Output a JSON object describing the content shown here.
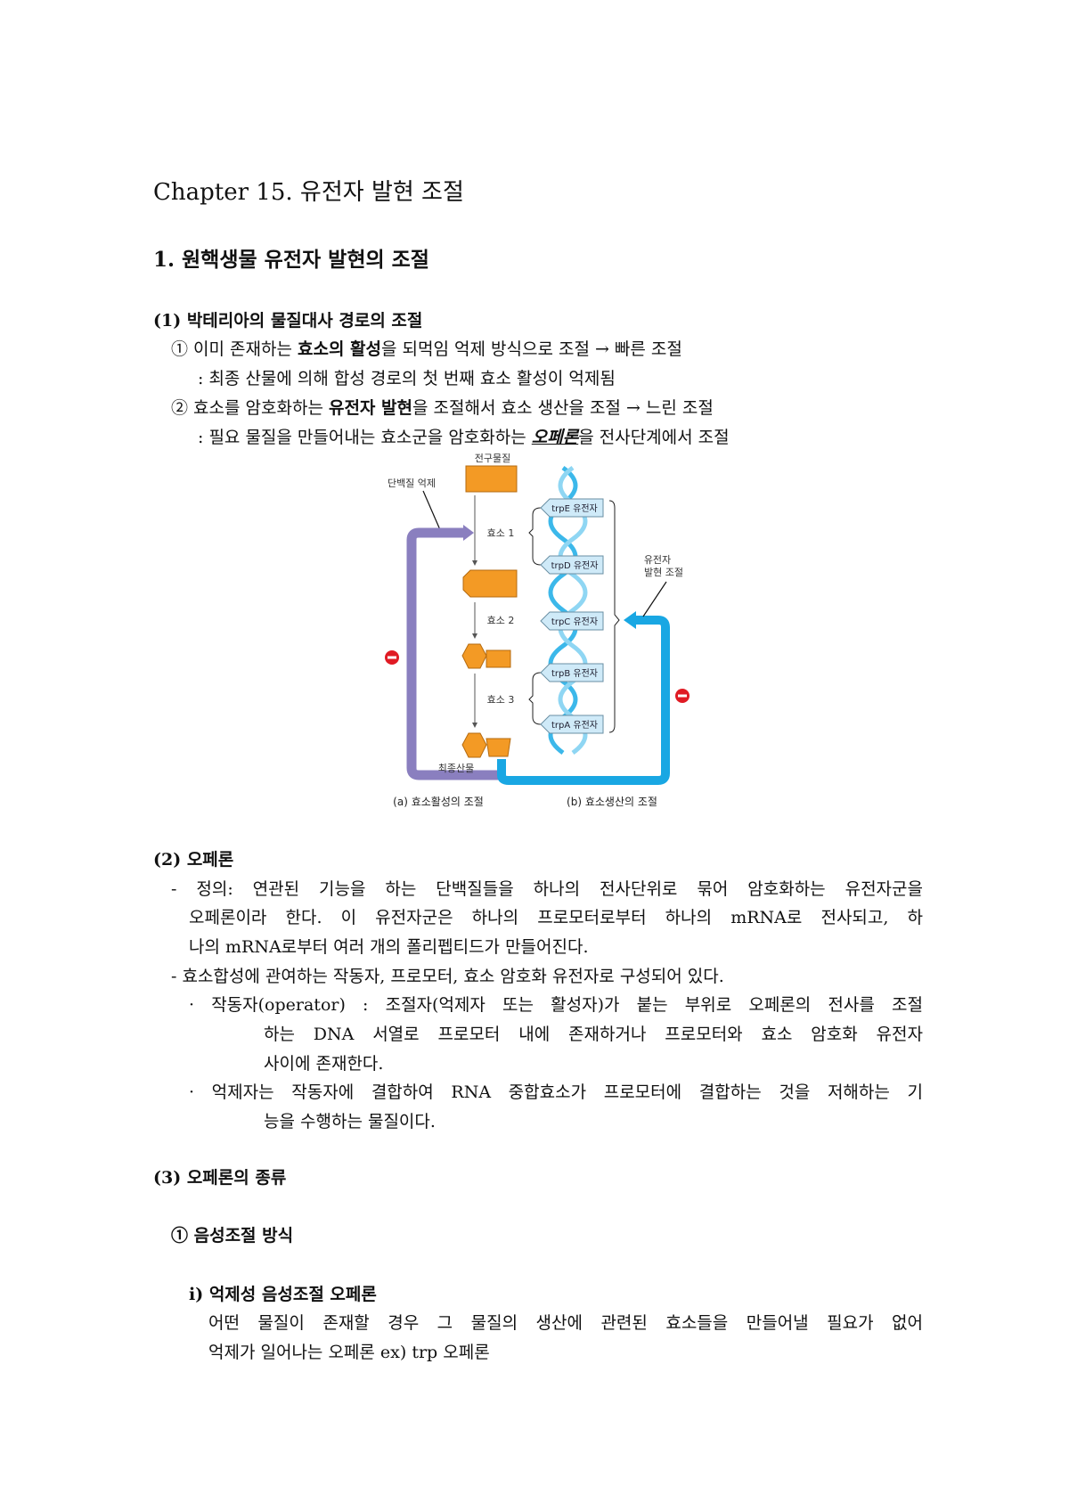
{
  "title": "Chapter 15. 유전자 발현 조절",
  "section1": "1. 원핵생물 유전자 발현의 조절",
  "sub1": {
    "heading": "(1) 박테리아의 물질대사 경로의 조절",
    "item1_prefix": "① 이미 존재하는 ",
    "item1_bold": "효소의 활성",
    "item1_suffix": "을 되먹임 억제 방식으로 조절 → 빠른 조절",
    "item1_note": ": 최종 산물에 의해 합성 경로의 첫 번째 효소 활성이 억제됨",
    "item2_prefix": "② 효소를 암호화하는 ",
    "item2_bold": "유전자 발현",
    "item2_suffix": "을 조절해서 효소 생산을 조절 → 느린 조절",
    "item2_note_prefix": ": 필요 물질을 만들어내는 효소군을 암호화하는 ",
    "item2_note_bold": "오페론",
    "item2_note_suffix": "을 전사단계에서 조절"
  },
  "figure": {
    "precursor": "전구물질",
    "feedback_inhibition": "단백질 억제",
    "enzyme1": "효소 1",
    "enzyme2": "효소 2",
    "enzyme3": "효소 3",
    "genes": [
      "trpE 유전자",
      "trpD 유전자",
      "trpC 유전자",
      "trpB 유전자",
      "trpA 유전자"
    ],
    "gene_regulation": [
      "유전자",
      "발현 조절"
    ],
    "end_product": "최종산물",
    "caption_a": "(a) 효소활성의 조절",
    "caption_b": "(b) 효소생산의 조절",
    "colors": {
      "orange": "#f39a25",
      "purple": "#8a7fbf",
      "blue": "#19a7e3",
      "inhibit": "#e01b24",
      "gene_box": "#cfeaf8"
    }
  },
  "sub2": {
    "heading": "(2) 오페론",
    "lines": [
      "- 정의: 연관된 기능을 하는 단백질들을 하나의 전사단위로 묶어 암호화하는 유전자군을",
      "오페론이라 한다. 이 유전자군은 하나의 프로모터로부터 하나의 mRNA로 전사되고, 하",
      "나의 mRNA로부터 여러 개의 폴리펩티드가 만들어진다.",
      "- 효소합성에 관여하는 작동자, 프로모터, 효소 암호화 유전자로 구성되어 있다.",
      "· 작동자(operator) : 조절자(억제자 또는 활성자)가 붙는 부위로 오페론의 전사를 조절",
      "하는 DNA 서열로 프로모터 내에 존재하거나 프로모터와 효소 암호화 유전자",
      "사이에 존재한다.",
      "· 억제자는 작동자에 결합하여 RNA 중합효소가 프로모터에 결합하는 것을 저해하는 기",
      "능을 수행하는 물질이다."
    ]
  },
  "sub3": {
    "heading": "(3) 오페론의 종류",
    "subheading": "① 음성조절 방식",
    "item_heading": "i) 억제성 음성조절 오페론",
    "lines": [
      "어떤 물질이 존재할 경우 그 물질의 생산에 관련된 효소들을 만들어낼 필요가 없어",
      "억제가 일어나는 오페론 ex) trp 오페론"
    ]
  }
}
